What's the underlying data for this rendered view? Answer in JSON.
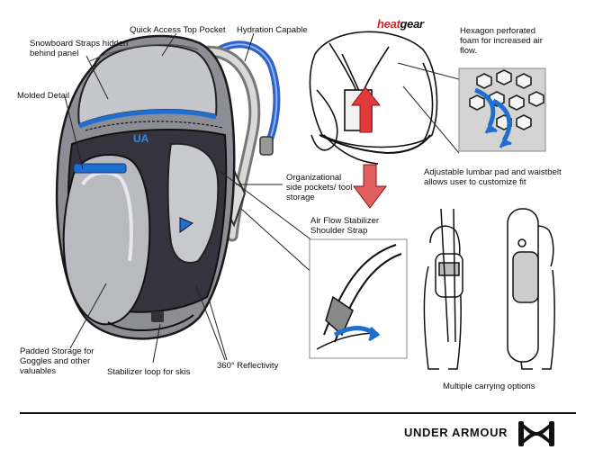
{
  "brand": {
    "heat": "heat",
    "gear": "gear",
    "wordmark": "UNDER ARMOUR",
    "red": "#d8231f",
    "accent_blue": "#1f6fd1"
  },
  "callouts": {
    "snowboard_straps": "Snowboard Straps hidden behind panel",
    "quick_access": "Quick Access Top Pocket",
    "hydration": "Hydration Capable",
    "molded_detail": "Molded Detail",
    "hexagon": "Hexagon perforated foam for increased air flow.",
    "organizational": "Organizational side pockets/ tool storage",
    "lumbar": "Adjustable lumbar pad and waistbelt allows user to customize fit",
    "air_flow": "Air Flow Stabilizer Shoulder Strap",
    "padded_storage": "Padded Storage for Goggles and other valuables",
    "stabilizer_loop": "Stabilizer loop for skis",
    "reflectivity": "360° Reflectivity",
    "multiple": "Multiple carrying options"
  }
}
